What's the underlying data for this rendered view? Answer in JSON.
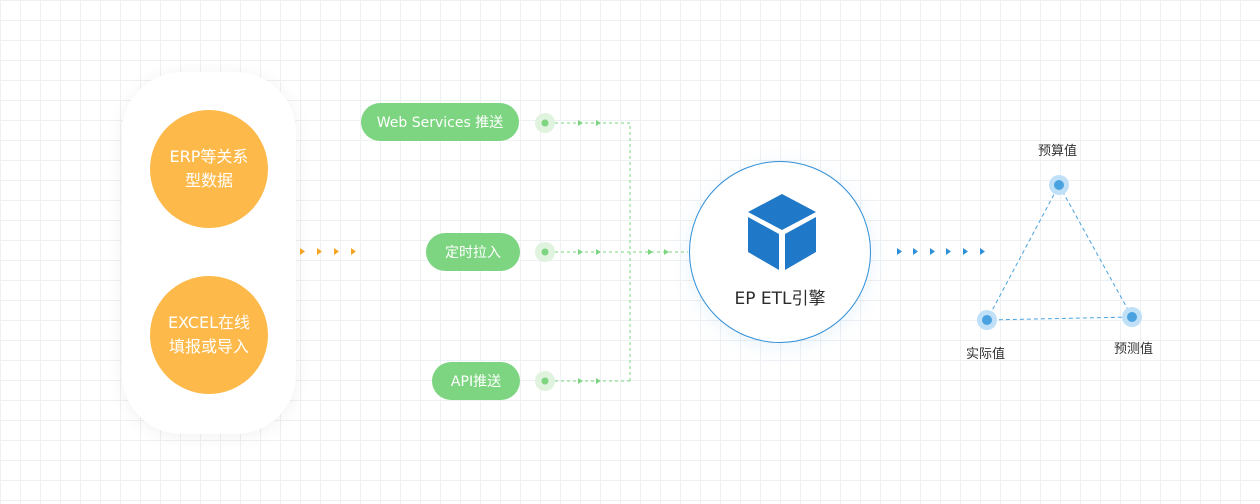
{
  "sources": {
    "erp_line1": "ERP等关系",
    "erp_line2": "型数据",
    "excel_line1": "EXCEL在线",
    "excel_line2": "填报或导入"
  },
  "methods": {
    "web_services": "Web Services 推送",
    "scheduled_pull": "定时拉入",
    "api_push": "API推送"
  },
  "engine": {
    "label": "EP ETL引擎"
  },
  "outputs": {
    "budget": "预算值",
    "actual": "实际值",
    "forecast": "预测值"
  },
  "colors": {
    "source_orange": "#fdb94a",
    "method_green": "#7ed581",
    "connector_green": "#7ed581",
    "engine_blue": "#2f8fd6",
    "output_blue": "#4aa3e0",
    "arrow_orange": "#f5a623",
    "arrow_blue": "#2f8fd6"
  }
}
